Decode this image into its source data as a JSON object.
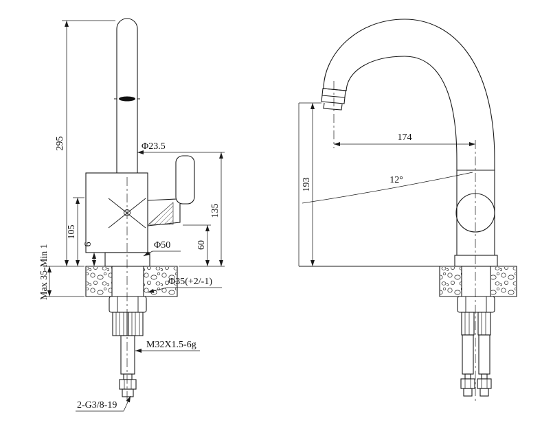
{
  "drawing": {
    "background_color": "#ffffff",
    "line_color": "#1a1a1a",
    "dimensions": {
      "overall_height": "295",
      "counter_thickness_range": "Max 35-Min 1",
      "body_height_above_counter": "105",
      "base_plate_height": "6",
      "spout_tube_diameter": "Φ23.5",
      "handle_height": "135",
      "handle_bottom_height": "60",
      "base_diameter": "Φ50",
      "mounting_hole_diameter": "Φ35(+2/-1)",
      "shank_thread": "M32X1.5-6g",
      "hose_connection": "2-G3/8-19",
      "spout_reach": "174",
      "outlet_height": "193",
      "outlet_angle": "12°"
    }
  }
}
